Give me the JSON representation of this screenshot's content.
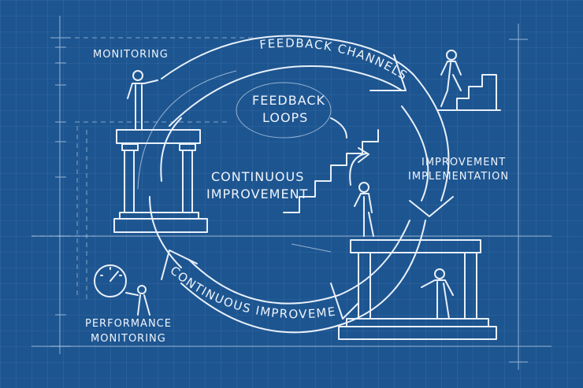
{
  "labels": {
    "monitoring": "MONITORING",
    "feedback_channels": "FEEDBACK CHANNELS",
    "feedback_loops_1": "FEEDBACK",
    "feedback_loops_2": "LOOPS",
    "continuous_improvement_center_1": "CONTINUOUS",
    "continuous_improvement_center_2": "IMPROVEMENT",
    "improvement_implementation_1": "IMPROVEMENT",
    "improvement_implementation_2": "IMPLEMENTATION",
    "continuous_improvement_arc": "CONTINUOUS IMPROVEMENT",
    "performance_monitoring_1": "PERFORMANCE",
    "performance_monitoring_2": "MONITORING"
  },
  "colors": {
    "background": "#1d5590",
    "lines": "#e8f0fa",
    "grid": "#3a6ea6"
  }
}
